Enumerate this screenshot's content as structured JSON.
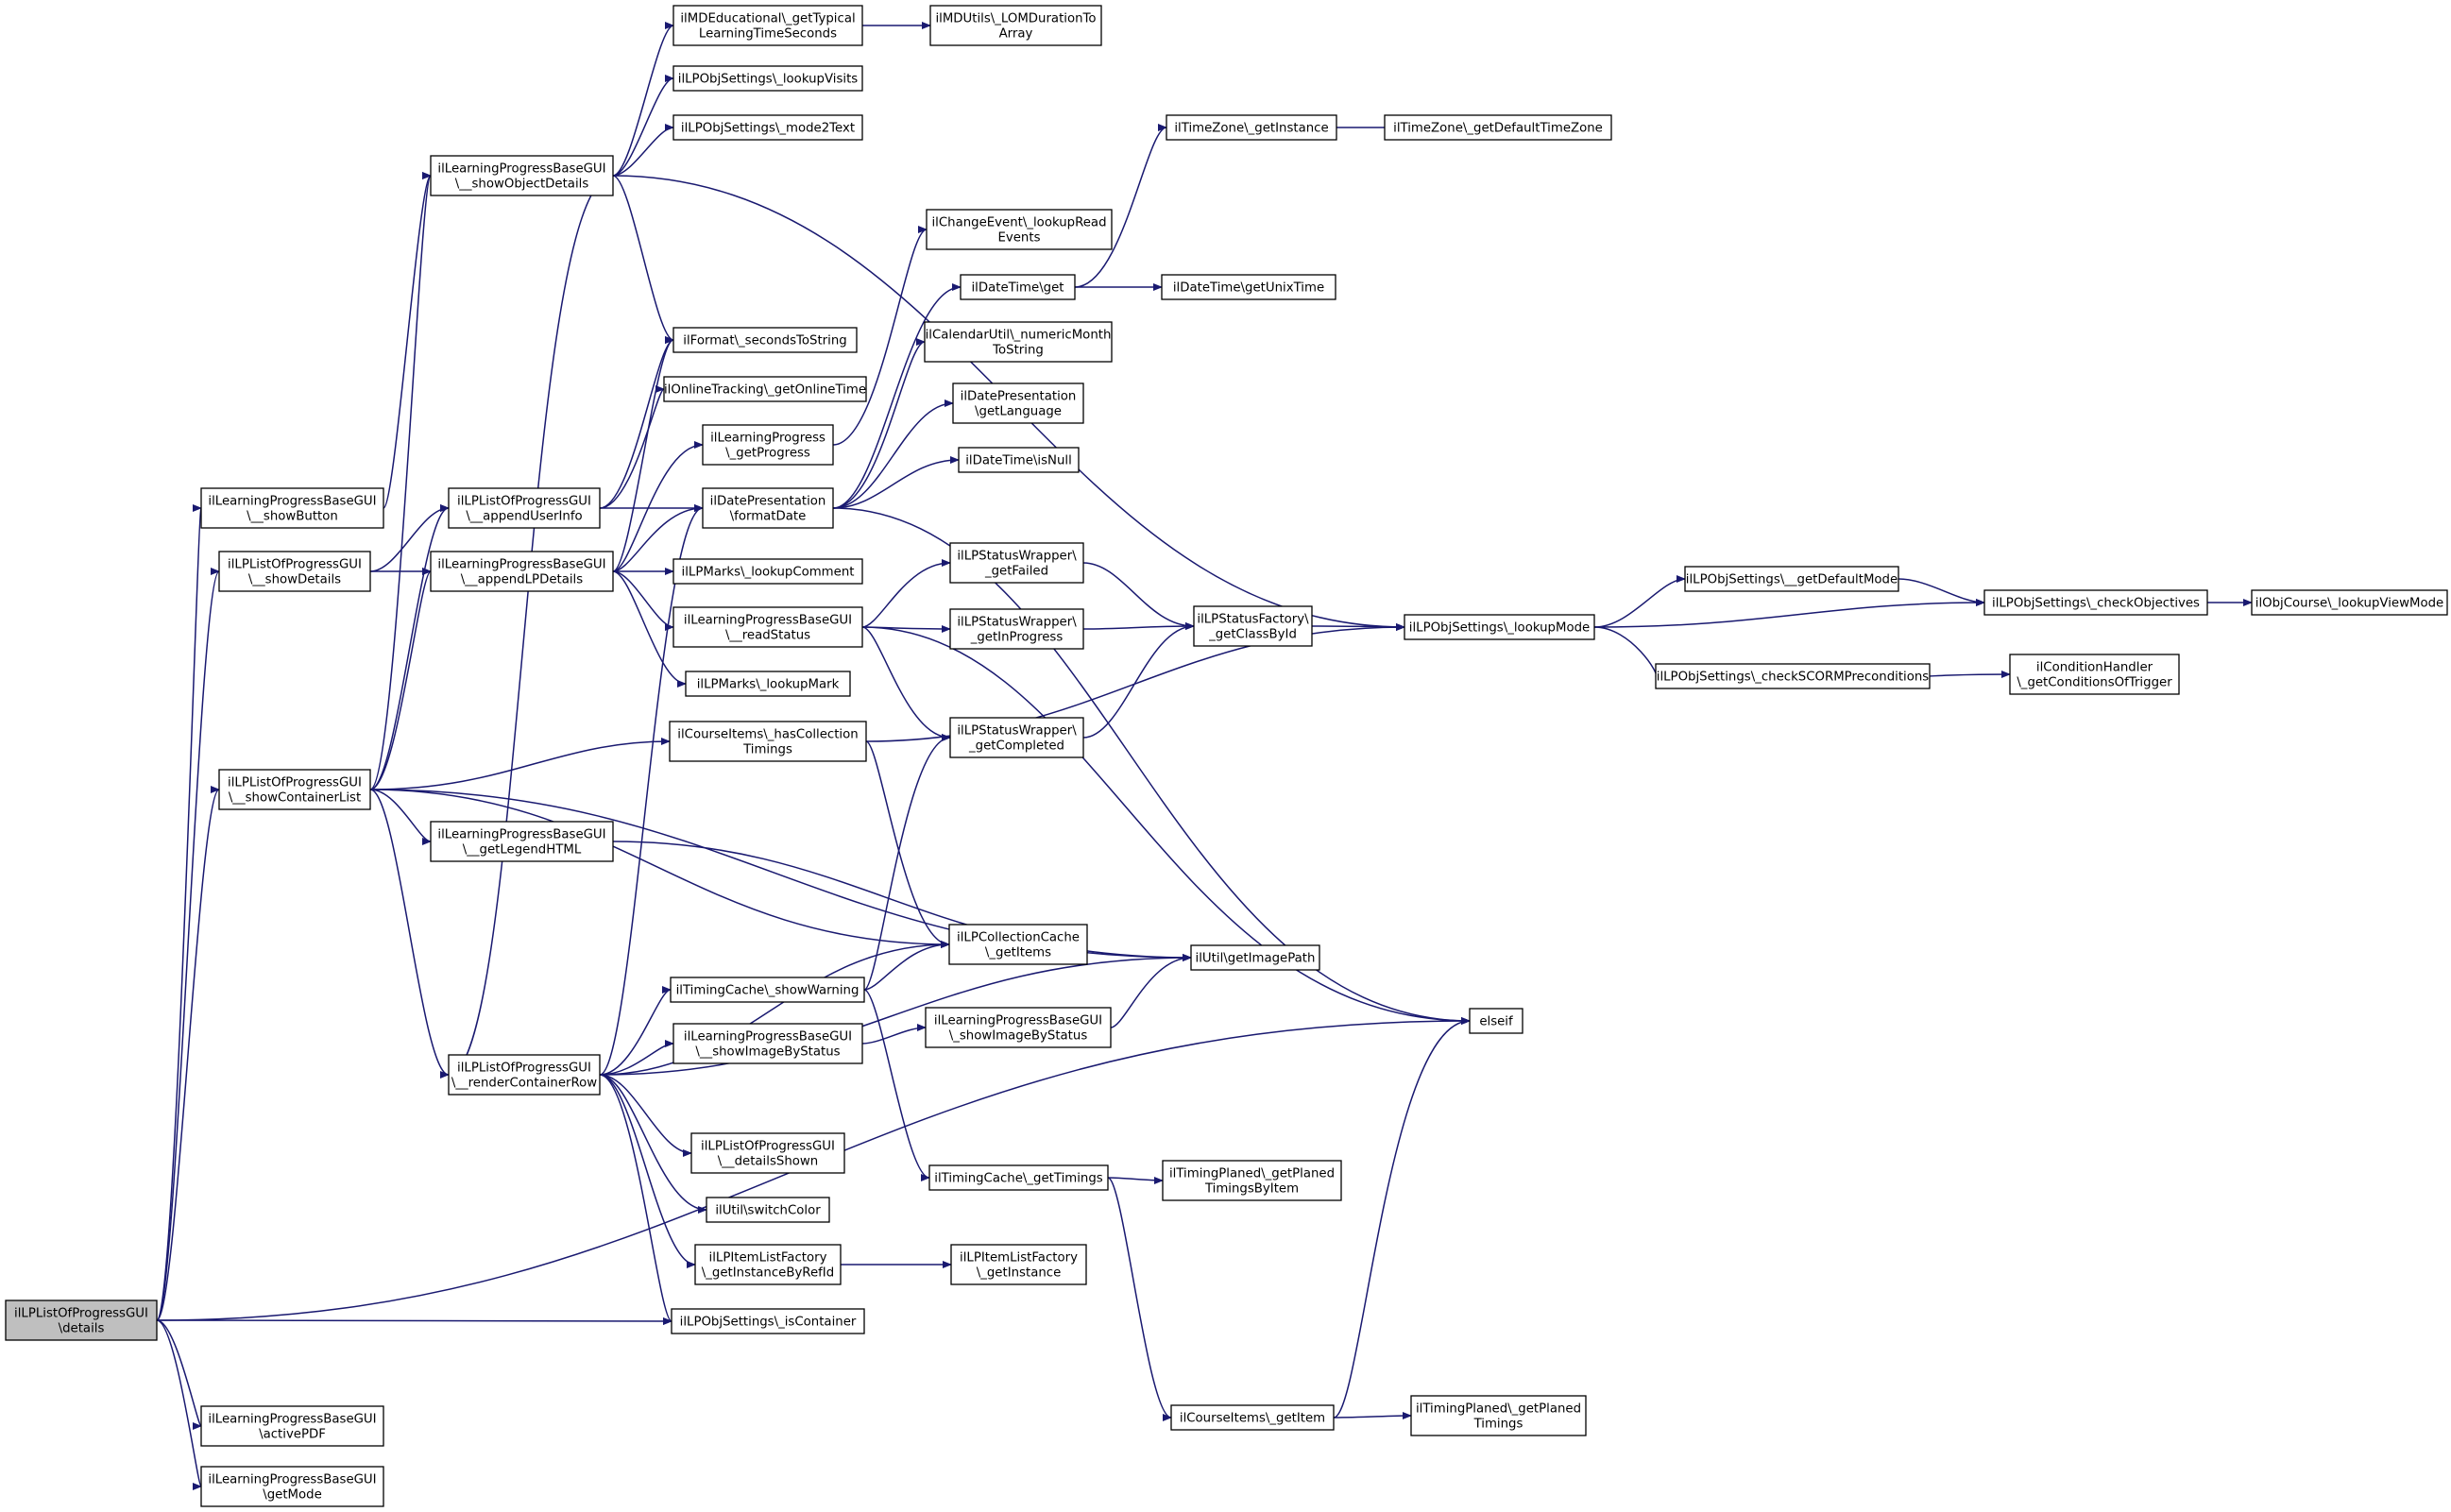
{
  "diagram": {
    "title": "",
    "colors": {
      "edge": "#191970",
      "node_border": "#000000",
      "node_fill": "#ffffff",
      "root_fill": "#bfbfbf"
    },
    "nodes": [
      {
        "id": "details",
        "lines": [
          "ilLPListOfProgressGUI",
          "\\details"
        ],
        "root": true
      },
      {
        "id": "showButton",
        "lines": [
          "ilLearningProgressBaseGUI",
          "\\__showButton"
        ]
      },
      {
        "id": "showDetails",
        "lines": [
          "ilLPListOfProgressGUI",
          "\\__showDetails"
        ]
      },
      {
        "id": "showContainerList",
        "lines": [
          "ilLPListOfProgressGUI",
          "\\__showContainerList"
        ]
      },
      {
        "id": "activePDF",
        "lines": [
          "ilLearningProgressBaseGUI",
          "\\activePDF"
        ]
      },
      {
        "id": "getMode",
        "lines": [
          "ilLearningProgressBaseGUI",
          "\\getMode"
        ]
      },
      {
        "id": "showObjectDetails",
        "lines": [
          "ilLearningProgressBaseGUI",
          "\\__showObjectDetails"
        ]
      },
      {
        "id": "appendUserInfo",
        "lines": [
          "ilLPListOfProgressGUI",
          "\\__appendUserInfo"
        ]
      },
      {
        "id": "appendLPDetails",
        "lines": [
          "ilLearningProgressBaseGUI",
          "\\__appendLPDetails"
        ]
      },
      {
        "id": "getLegendHTML",
        "lines": [
          "ilLearningProgressBaseGUI",
          "\\__getLegendHTML"
        ]
      },
      {
        "id": "renderContainerRow",
        "lines": [
          "ilLPListOfProgressGUI",
          "\\__renderContainerRow"
        ]
      },
      {
        "id": "getTypicalLearningTime",
        "lines": [
          "ilMDEducational\\_getTypical",
          "LearningTimeSeconds"
        ]
      },
      {
        "id": "lookupVisits",
        "lines": [
          "ilLPObjSettings\\_lookupVisits"
        ]
      },
      {
        "id": "mode2Text",
        "lines": [
          "ilLPObjSettings\\_mode2Text"
        ]
      },
      {
        "id": "secondsToString",
        "lines": [
          "ilFormat\\_secondsToString"
        ]
      },
      {
        "id": "getOnlineTime",
        "lines": [
          "ilOnlineTracking\\_getOnlineTime"
        ]
      },
      {
        "id": "getProgress",
        "lines": [
          "ilLearningProgress",
          "\\_getProgress"
        ]
      },
      {
        "id": "formatDate",
        "lines": [
          "ilDatePresentation",
          "\\formatDate"
        ]
      },
      {
        "id": "lookupComment",
        "lines": [
          "ilLPMarks\\_lookupComment"
        ]
      },
      {
        "id": "readStatus",
        "lines": [
          "ilLearningProgressBaseGUI",
          "\\__readStatus"
        ]
      },
      {
        "id": "lookupMark",
        "lines": [
          "ilLPMarks\\_lookupMark"
        ]
      },
      {
        "id": "hasCollectionTimings",
        "lines": [
          "ilCourseItems\\_hasCollection",
          "Timings"
        ]
      },
      {
        "id": "timingShowWarning",
        "lines": [
          "ilTimingCache\\_showWarning"
        ]
      },
      {
        "id": "showImageByStatusPriv",
        "lines": [
          "ilLearningProgressBaseGUI",
          "\\__showImageByStatus"
        ]
      },
      {
        "id": "detailsShown",
        "lines": [
          "ilLPListOfProgressGUI",
          "\\__detailsShown"
        ]
      },
      {
        "id": "switchColor",
        "lines": [
          "ilUtil\\switchColor"
        ]
      },
      {
        "id": "getInstanceByRefId",
        "lines": [
          "ilLPItemListFactory",
          "\\_getInstanceByRefId"
        ]
      },
      {
        "id": "isContainer",
        "lines": [
          "ilLPObjSettings\\_isContainer"
        ]
      },
      {
        "id": "LOMDurationToArray",
        "lines": [
          "ilMDUtils\\_LOMDurationTo",
          "Array"
        ]
      },
      {
        "id": "lookupReadEvents",
        "lines": [
          "ilChangeEvent\\_lookupRead",
          "Events"
        ]
      },
      {
        "id": "dateTimeGet",
        "lines": [
          "ilDateTime\\get"
        ]
      },
      {
        "id": "numericMonthToString",
        "lines": [
          "ilCalendarUtil\\_numericMonth",
          "ToString"
        ]
      },
      {
        "id": "getLanguage",
        "lines": [
          "ilDatePresentation",
          "\\getLanguage"
        ]
      },
      {
        "id": "isNull",
        "lines": [
          "ilDateTime\\isNull"
        ]
      },
      {
        "id": "getFailed",
        "lines": [
          "ilLPStatusWrapper\\",
          "_getFailed"
        ]
      },
      {
        "id": "getInProgress",
        "lines": [
          "ilLPStatusWrapper\\",
          "_getInProgress"
        ]
      },
      {
        "id": "getCompleted",
        "lines": [
          "ilLPStatusWrapper\\",
          "_getCompleted"
        ]
      },
      {
        "id": "collectionGetItems",
        "lines": [
          "ilLPCollectionCache",
          "\\_getItems"
        ]
      },
      {
        "id": "showImageByStatus",
        "lines": [
          "ilLearningProgressBaseGUI",
          "\\_showImageByStatus"
        ]
      },
      {
        "id": "getTimings",
        "lines": [
          "ilTimingCache\\_getTimings"
        ]
      },
      {
        "id": "getInstance",
        "lines": [
          "ilLPItemListFactory",
          "\\_getInstance"
        ]
      },
      {
        "id": "courseGetItem",
        "lines": [
          "ilCourseItems\\_getItem"
        ]
      },
      {
        "id": "tzGetInstance",
        "lines": [
          "ilTimeZone\\_getInstance"
        ]
      },
      {
        "id": "getUnixTime",
        "lines": [
          "ilDateTime\\getUnixTime"
        ]
      },
      {
        "id": "getClassById",
        "lines": [
          "ilLPStatusFactory\\",
          "_getClassById"
        ]
      },
      {
        "id": "getImagePath",
        "lines": [
          "ilUtil\\getImagePath"
        ]
      },
      {
        "id": "getPlanedTimingsByItem",
        "lines": [
          "ilTimingPlaned\\_getPlaned",
          "TimingsByItem"
        ]
      },
      {
        "id": "getPlanedTimings",
        "lines": [
          "ilTimingPlaned\\_getPlaned",
          "Timings"
        ]
      },
      {
        "id": "getDefaultTimeZone",
        "lines": [
          "ilTimeZone\\_getDefaultTimeZone"
        ]
      },
      {
        "id": "lookupMode",
        "lines": [
          "ilLPObjSettings\\_lookupMode"
        ]
      },
      {
        "id": "elseif",
        "lines": [
          "elseif"
        ]
      },
      {
        "id": "getDefaultMode",
        "lines": [
          "ilLPObjSettings\\__getDefaultMode"
        ]
      },
      {
        "id": "checkSCORM",
        "lines": [
          "ilLPObjSettings\\_checkSCORMPreconditions"
        ]
      },
      {
        "id": "checkObjectives",
        "lines": [
          "ilLPObjSettings\\_checkObjectives"
        ]
      },
      {
        "id": "getConditionsOfTrigger",
        "lines": [
          "ilConditionHandler",
          "\\_getConditionsOfTrigger"
        ]
      },
      {
        "id": "lookupViewMode",
        "lines": [
          "ilObjCourse\\_lookupViewMode"
        ]
      }
    ],
    "edges": [
      [
        "details",
        "showButton"
      ],
      [
        "details",
        "showDetails"
      ],
      [
        "details",
        "showContainerList"
      ],
      [
        "details",
        "isContainer"
      ],
      [
        "details",
        "elseif"
      ],
      [
        "details",
        "activePDF"
      ],
      [
        "details",
        "getMode"
      ],
      [
        "showButton",
        "showObjectDetails"
      ],
      [
        "showDetails",
        "appendUserInfo"
      ],
      [
        "showDetails",
        "appendLPDetails"
      ],
      [
        "showContainerList",
        "showObjectDetails"
      ],
      [
        "showContainerList",
        "appendUserInfo"
      ],
      [
        "showContainerList",
        "appendLPDetails"
      ],
      [
        "showContainerList",
        "hasCollectionTimings"
      ],
      [
        "showContainerList",
        "getLegendHTML"
      ],
      [
        "showContainerList",
        "collectionGetItems"
      ],
      [
        "showContainerList",
        "getImagePath"
      ],
      [
        "showContainerList",
        "renderContainerRow"
      ],
      [
        "showObjectDetails",
        "getTypicalLearningTime"
      ],
      [
        "showObjectDetails",
        "lookupVisits"
      ],
      [
        "showObjectDetails",
        "mode2Text"
      ],
      [
        "showObjectDetails",
        "secondsToString"
      ],
      [
        "showObjectDetails",
        "lookupMode"
      ],
      [
        "appendUserInfo",
        "secondsToString"
      ],
      [
        "appendUserInfo",
        "getOnlineTime"
      ],
      [
        "appendUserInfo",
        "formatDate"
      ],
      [
        "appendLPDetails",
        "secondsToString"
      ],
      [
        "appendLPDetails",
        "getProgress"
      ],
      [
        "appendLPDetails",
        "formatDate"
      ],
      [
        "appendLPDetails",
        "lookupComment"
      ],
      [
        "appendLPDetails",
        "readStatus"
      ],
      [
        "appendLPDetails",
        "lookupMark"
      ],
      [
        "getLegendHTML",
        "getImagePath"
      ],
      [
        "renderContainerRow",
        "showObjectDetails"
      ],
      [
        "renderContainerRow",
        "formatDate"
      ],
      [
        "renderContainerRow",
        "collectionGetItems"
      ],
      [
        "renderContainerRow",
        "timingShowWarning"
      ],
      [
        "renderContainerRow",
        "showImageByStatusPriv"
      ],
      [
        "renderContainerRow",
        "getImagePath"
      ],
      [
        "renderContainerRow",
        "detailsShown"
      ],
      [
        "renderContainerRow",
        "switchColor"
      ],
      [
        "renderContainerRow",
        "getInstanceByRefId"
      ],
      [
        "renderContainerRow",
        "isContainer"
      ],
      [
        "getTypicalLearningTime",
        "LOMDurationToArray"
      ],
      [
        "getProgress",
        "lookupReadEvents"
      ],
      [
        "formatDate",
        "dateTimeGet"
      ],
      [
        "formatDate",
        "numericMonthToString"
      ],
      [
        "formatDate",
        "getLanguage"
      ],
      [
        "formatDate",
        "isNull"
      ],
      [
        "formatDate",
        "elseif"
      ],
      [
        "readStatus",
        "getFailed"
      ],
      [
        "readStatus",
        "getInProgress"
      ],
      [
        "readStatus",
        "getCompleted"
      ],
      [
        "readStatus",
        "elseif"
      ],
      [
        "hasCollectionTimings",
        "collectionGetItems"
      ],
      [
        "hasCollectionTimings",
        "lookupMode"
      ],
      [
        "timingShowWarning",
        "collectionGetItems"
      ],
      [
        "timingShowWarning",
        "getCompleted"
      ],
      [
        "timingShowWarning",
        "getTimings"
      ],
      [
        "showImageByStatusPriv",
        "showImageByStatus"
      ],
      [
        "getInstanceByRefId",
        "getInstance"
      ],
      [
        "dateTimeGet",
        "tzGetInstance"
      ],
      [
        "dateTimeGet",
        "getUnixTime"
      ],
      [
        "getFailed",
        "getClassById"
      ],
      [
        "getInProgress",
        "getClassById"
      ],
      [
        "getCompleted",
        "getClassById"
      ],
      [
        "showImageByStatus",
        "getImagePath"
      ],
      [
        "getTimings",
        "getPlanedTimingsByItem"
      ],
      [
        "getTimings",
        "courseGetItem"
      ],
      [
        "courseGetItem",
        "getPlanedTimings"
      ],
      [
        "courseGetItem",
        "elseif"
      ],
      [
        "tzGetInstance",
        "getDefaultTimeZone"
      ],
      [
        "getClassById",
        "lookupMode"
      ],
      [
        "lookupMode",
        "getDefaultMode"
      ],
      [
        "lookupMode",
        "checkSCORM"
      ],
      [
        "lookupMode",
        "checkObjectives"
      ],
      [
        "getDefaultMode",
        "checkObjectives"
      ],
      [
        "checkSCORM",
        "getConditionsOfTrigger"
      ],
      [
        "checkObjectives",
        "lookupViewMode"
      ]
    ]
  }
}
